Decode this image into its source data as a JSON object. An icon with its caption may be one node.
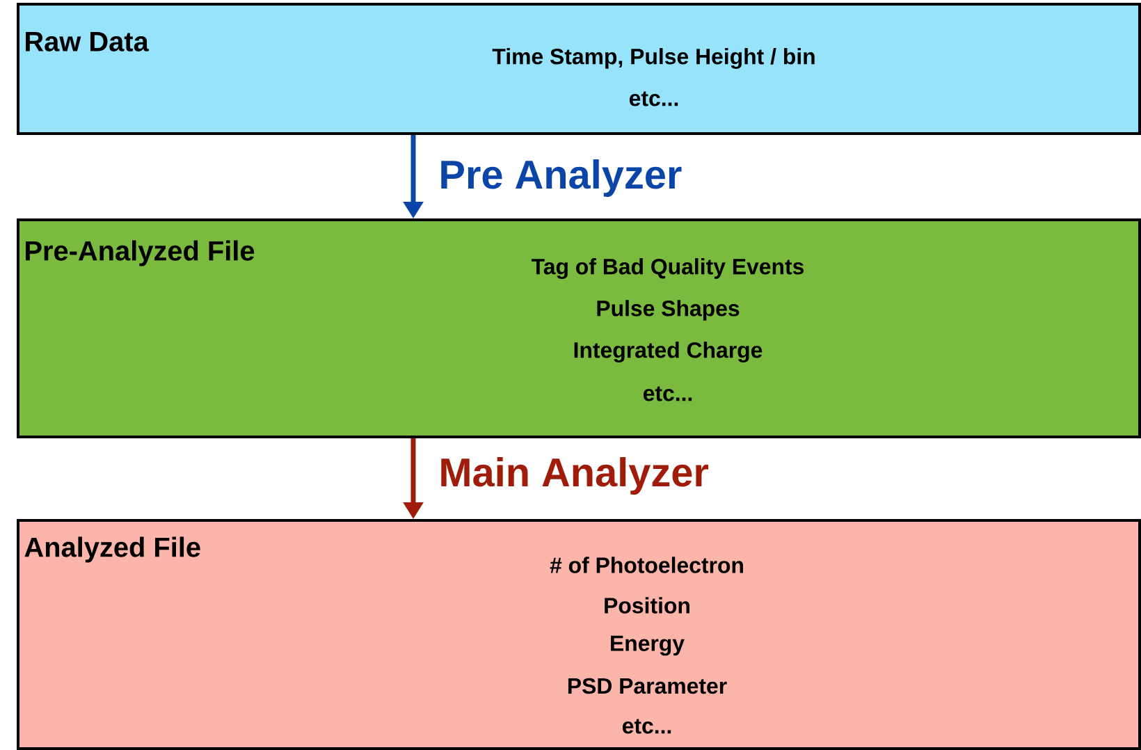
{
  "diagram": {
    "nodes": [
      {
        "text": [
          "Raw Data",
          "Time Stamp, Pulse Height / bin",
          "etc..."
        ]
      },
      {
        "text": [
          "Pre-Analyzed File",
          "Tag of Bad Quality Events",
          "Pulse Shapes",
          "Integrated Charge",
          "etc..."
        ]
      },
      {
        "text": [
          "Analyzed File",
          "# of Photoelectron",
          "Position",
          "Energy",
          "PSD Parameter",
          "etc..."
        ]
      }
    ],
    "edges": [
      {
        "from": 0,
        "to": 1,
        "arrow": "to",
        "label": "Pre Analyzer",
        "color": "#0b45a8"
      },
      {
        "from": 1,
        "to": 2,
        "arrow": "to",
        "label": "Main Analyzer",
        "color": "#a01c0a"
      }
    ]
  }
}
